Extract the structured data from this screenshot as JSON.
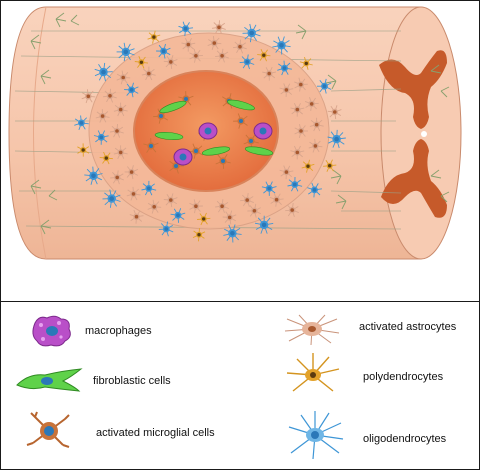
{
  "legend": {
    "macrophages": "macrophages",
    "fibroblastic": "fibroblastic cells",
    "microglia": "activated microglial cells",
    "astrocytes": "activated astrocytes",
    "polydendrocytes": "polydendrocytes",
    "oligodendrocytes": "oligodendrocytes"
  },
  "colors": {
    "cord": "#f6c7ad",
    "cord_shade": "#e9a98a",
    "lesion": "#f08850",
    "grey_matter": "#c75a2b",
    "macrophage": "#b94fc8",
    "fibroblast": "#5fd24a",
    "microglia": "#c8733a",
    "astrocyte": "#d9a68d",
    "polydendrocyte": "#e3a22a",
    "oligodendrocyte": "#3e96d6",
    "nucleus": "#2b78b8",
    "axon": "#8c9a7a"
  }
}
